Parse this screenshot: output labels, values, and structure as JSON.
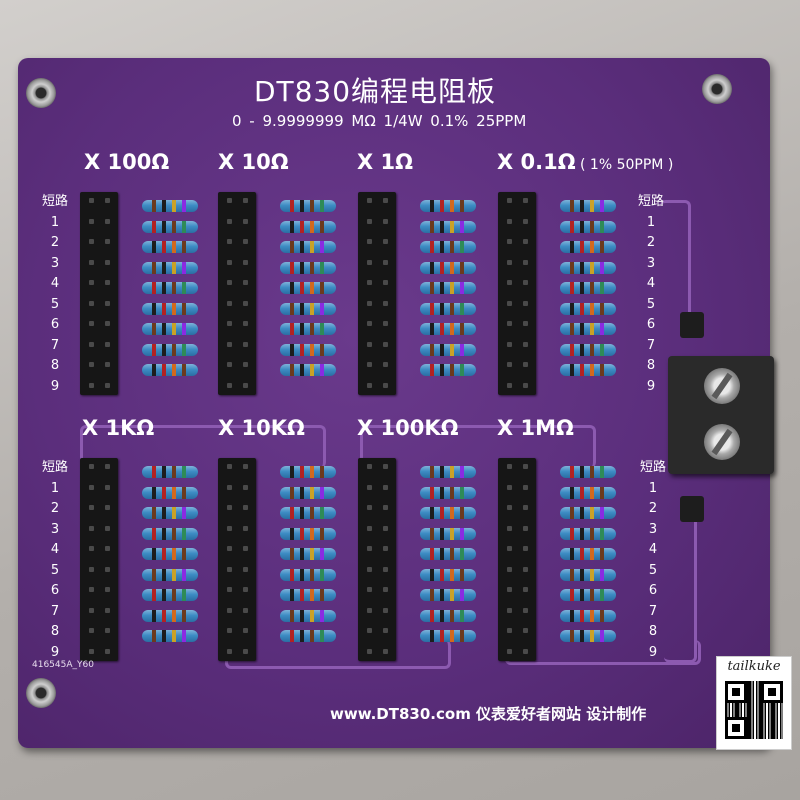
{
  "board": {
    "title": "DT830编程电阻板",
    "spec": "0 - 9.9999999 MΩ  1/4W   0.1%    25PPM",
    "website": "www.DT830.com 仪表爱好者网站 设计制作",
    "pcb_code": "416545A_Y60",
    "short_label": "短路",
    "row_numbers": [
      "1",
      "2",
      "3",
      "4",
      "5",
      "6",
      "7",
      "8",
      "9"
    ],
    "colors": {
      "pcb": "#5b2e7c",
      "silkscreen": "#ffffff",
      "resistor_body": "#3d8cc4",
      "header": "#161616"
    }
  },
  "groups": {
    "x100": "X 100Ω",
    "x10": "X 10Ω",
    "x1": "X 1Ω",
    "x01": "X 0.1Ω",
    "x01_note": " ( 1%  50PPM )",
    "x1k": "X 1KΩ",
    "x10k": "X 10KΩ",
    "x100k": "X 100KΩ",
    "x1m": "X 1MΩ"
  },
  "watermark": {
    "brand": "tailkuke",
    "icon": "qr-code-icon"
  }
}
